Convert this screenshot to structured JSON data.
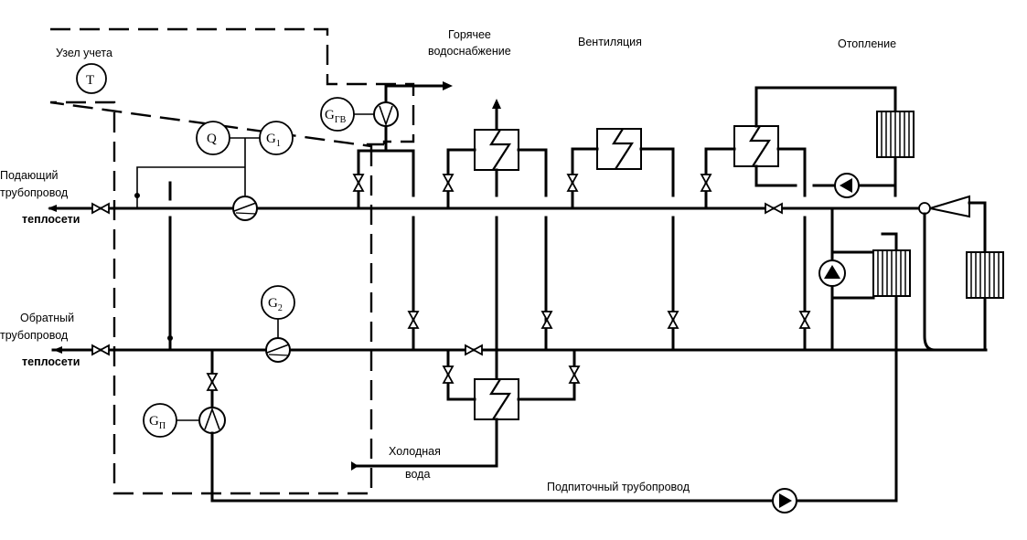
{
  "diagram": {
    "title": "Схема узла учета тепловой энергии абонента",
    "labels": {
      "metering_unit": "Узел учета",
      "supply_line": [
        "Подающий",
        "трубопровод",
        "теплосети"
      ],
      "return_line": [
        "Обратный",
        "трубопровод",
        "теплосети"
      ],
      "hot_water": [
        "Горячее",
        "водоснабжение"
      ],
      "ventilation": "Вентиляция",
      "heating": "Отопление",
      "cold_water": [
        "Холодная",
        "вода"
      ],
      "makeup_line": "Подпиточный трубопровод"
    },
    "instruments": {
      "temperature": {
        "symbol": "T",
        "subscript": ""
      },
      "heat_meter": {
        "symbol": "Q",
        "subscript": ""
      },
      "flow_supply": {
        "symbol": "G",
        "subscript": "1"
      },
      "flow_return": {
        "symbol": "G",
        "subscript": "2"
      },
      "flow_hot_water": {
        "symbol": "G",
        "subscript": "ГВ"
      },
      "flow_makeup": {
        "symbol": "G",
        "subscript": "П"
      }
    },
    "components": [
      {
        "id": "hw-heater-upper",
        "type": "heat-exchanger",
        "group": "hot_water"
      },
      {
        "id": "hw-heater-lower",
        "type": "heat-exchanger",
        "group": "hot_water"
      },
      {
        "id": "vent-heater",
        "type": "heat-exchanger",
        "group": "ventilation"
      },
      {
        "id": "heating-heater",
        "type": "heat-exchanger",
        "group": "heating"
      },
      {
        "id": "radiator-1",
        "type": "radiator",
        "group": "heating"
      },
      {
        "id": "radiator-2",
        "type": "radiator",
        "group": "heating"
      },
      {
        "id": "radiator-3",
        "type": "radiator",
        "group": "heating"
      },
      {
        "id": "elevator",
        "type": "jet-pump",
        "group": "heating"
      },
      {
        "id": "pump-heating-circ",
        "type": "pump",
        "group": "heating"
      },
      {
        "id": "pump-mixing",
        "type": "pump",
        "group": "heating"
      },
      {
        "id": "pump-makeup",
        "type": "pump",
        "group": "makeup"
      }
    ]
  }
}
